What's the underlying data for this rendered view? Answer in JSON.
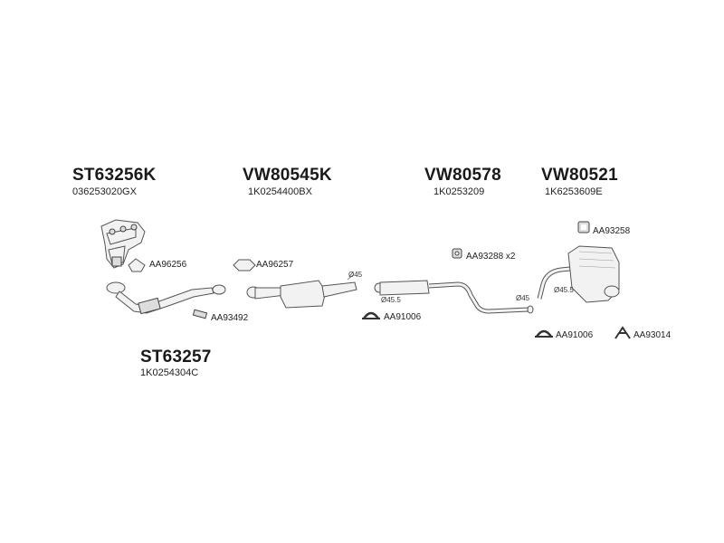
{
  "groups": [
    {
      "code": "ST63256K",
      "oem": "036253020GX"
    },
    {
      "code": "VW80545K",
      "oem": "1K0254400BX"
    },
    {
      "code": "VW80578",
      "oem": "1K0253209"
    },
    {
      "code": "VW80521",
      "oem": "1K6253609E"
    },
    {
      "code": "ST63257",
      "oem": "1K0254304C"
    }
  ],
  "accessories": {
    "aa96256": "AA96256",
    "aa93492": "AA93492",
    "aa96257": "AA96257",
    "aa91006_a": "AA91006",
    "aa93288": "AA93288 x2",
    "aa93258": "AA93258",
    "aa91006_b": "AA91006",
    "aa93014": "AA93014"
  },
  "diameters": {
    "d45_a": "Ø45",
    "d45_5_a": "Ø45.5",
    "d45_b": "Ø45",
    "d45_5_b": "Ø45.5"
  }
}
